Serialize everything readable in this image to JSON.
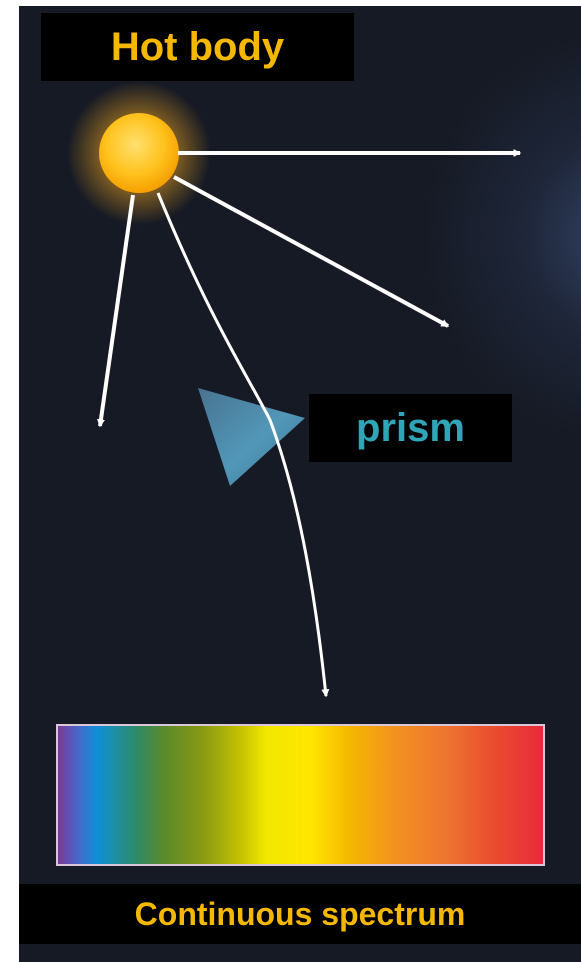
{
  "diagram": {
    "labels": {
      "hot_body": "Hot body",
      "prism": "prism",
      "continuous_spectrum": "Continuous spectrum"
    },
    "colors": {
      "background": "#161a24",
      "label_box": "#000000",
      "hot_body_text": "#f5b800",
      "prism_text": "#2fa6b8",
      "spectrum_text": "#f5b800",
      "sun": "#ffc020",
      "rays": "#ffffff",
      "prism": "#5aa8cc"
    },
    "icons": {
      "source": "sun-icon",
      "prism": "prism-icon"
    }
  }
}
